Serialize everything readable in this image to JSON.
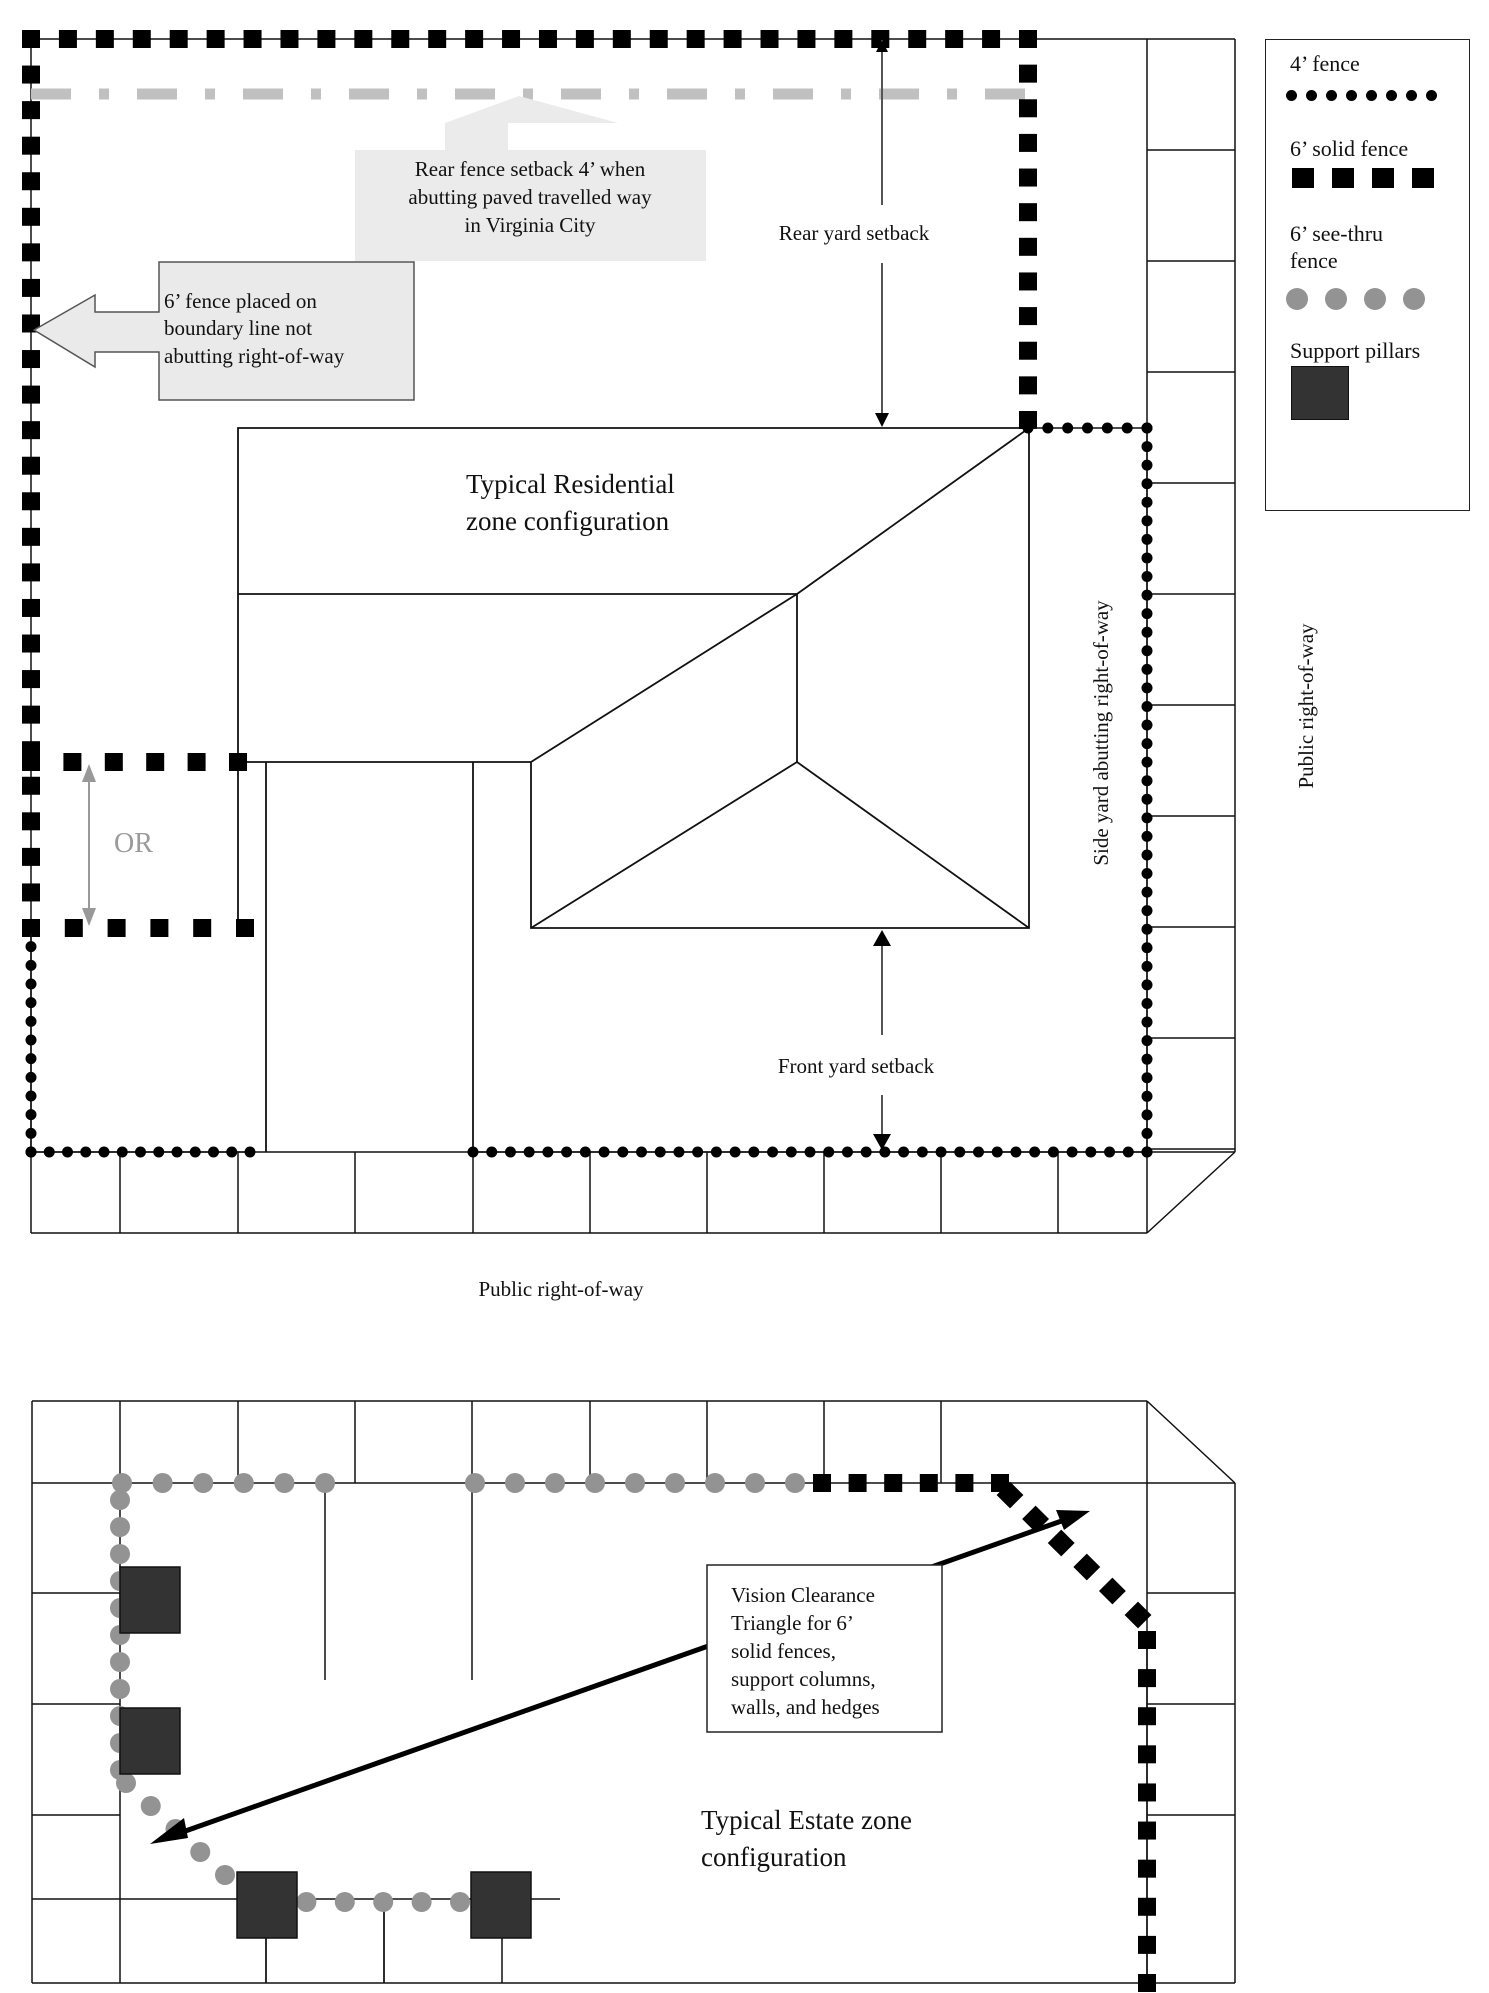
{
  "legend": {
    "items": [
      {
        "label": "4’ fence",
        "type": "four_ft_fence"
      },
      {
        "label": "6’ solid fence",
        "type": "six_ft_solid_fence"
      },
      {
        "label": "6’ see-thru fence",
        "type": "six_ft_see_thru_fence"
      },
      {
        "label": "Support pillars",
        "type": "support_pillar"
      }
    ]
  },
  "colors": {
    "four_ft_fence": "#000000",
    "six_ft_solid_fence": "#000000",
    "six_ft_see_thru_fence": "#939393",
    "support_pillar": "#333333",
    "rear_setback_line": "#c0c0c0",
    "callout_fill": "#e8e8e8",
    "or_arrow": "#999999"
  },
  "residential": {
    "title_line1": "Typical Residential",
    "title_line2": "zone configuration",
    "rear_fence_note": [
      "Rear fence setback 4’ when",
      "abutting paved travelled way",
      "in Virginia City"
    ],
    "boundary_note": [
      "6’ fence placed on",
      "boundary line not",
      "abutting right-of-way"
    ],
    "rear_yard_label": "Rear yard setback",
    "front_yard_label": "Front yard setback",
    "side_yard_label": "Side yard abutting right-of-way",
    "or_label": "OR",
    "public_row_bottom": "Public right-of-way",
    "public_row_right": "Public right-of-way"
  },
  "estate": {
    "title_line1": "Typical Estate zone",
    "title_line2": "configuration",
    "vision_note": [
      "Vision Clearance",
      "Triangle for 6’",
      "solid fences,",
      "support columns,",
      "walls, and hedges"
    ]
  }
}
